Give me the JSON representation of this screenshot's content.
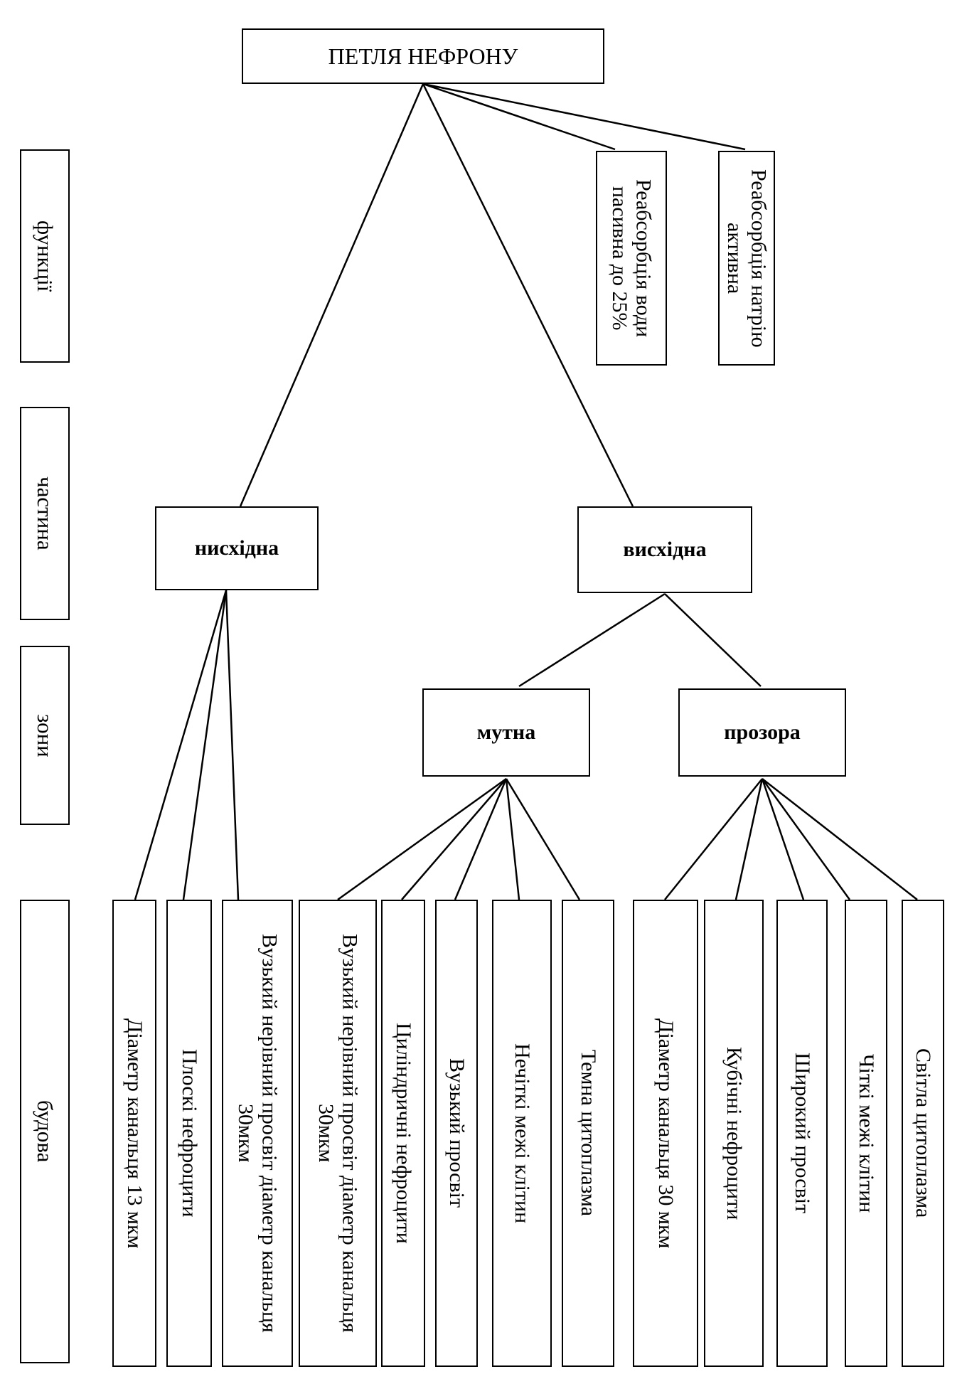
{
  "root": "ПЕТЛЯ НЕФРОНУ",
  "row_labels": [
    "функції",
    "частина",
    "зони",
    "будова"
  ],
  "functions": [
    "Реабсорбція води пасивна до 25%",
    "Реабсорбція натрію активна"
  ],
  "parts": [
    "нисхідна",
    "висхідна"
  ],
  "zones": [
    "мутна",
    "прозора"
  ],
  "structure": {
    "descending": [
      "Діаметр канальця 13 мкм",
      "Плоскі нефроцити",
      "Вузький нерівний просвіт діаметр канальця 30мкм"
    ],
    "cloudy": [
      "Вузький нерівний просвіт діаметр канальця 30мкм",
      "Циліндричні нефроцити",
      "Вузький просвіт",
      "Нечіткі межі клітин",
      "Темна цитоплазма"
    ],
    "clear": [
      "Діаметр канальця 30 мкм",
      "Кубічні нефроцити",
      "Широкий просвіт",
      "Чіткі межі клітин",
      "Світла цитоплазма"
    ]
  }
}
